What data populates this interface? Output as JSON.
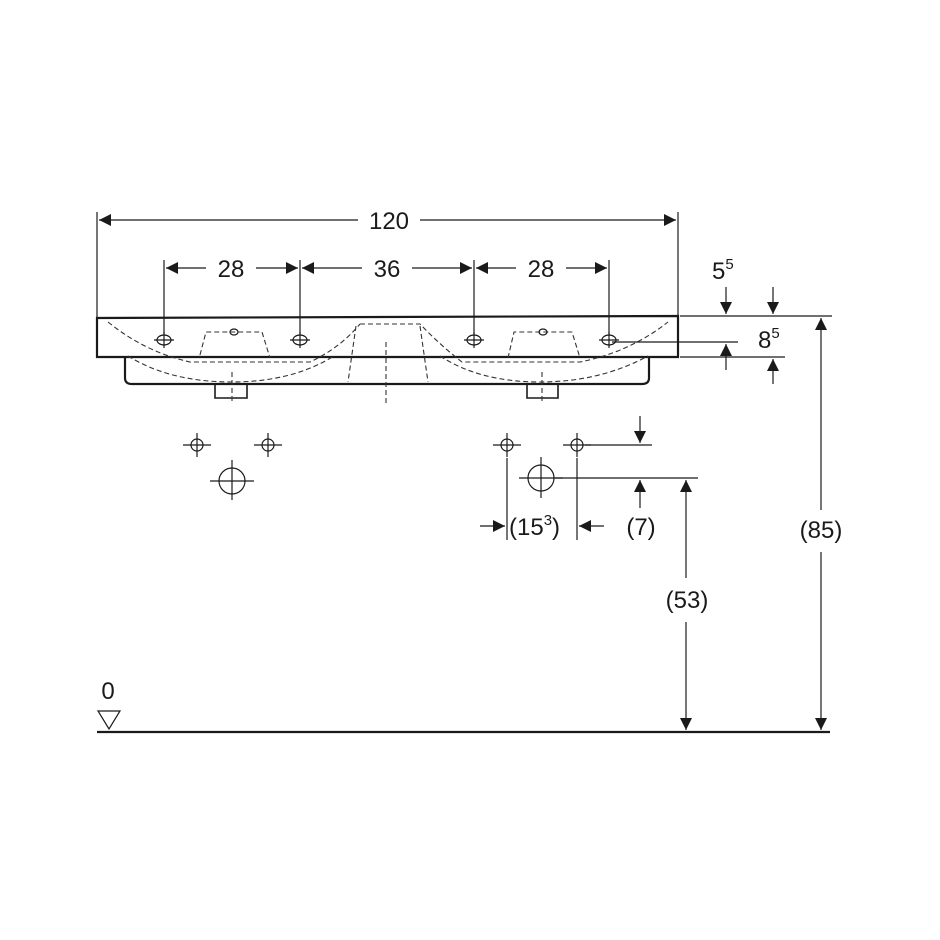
{
  "dimensions": {
    "total_width": "120",
    "left_hole_spacing": "28",
    "center_spacing": "36",
    "right_hole_spacing": "28",
    "rim_top_main": "5",
    "rim_top_sup": "5",
    "rim_height_main": "8",
    "rim_height_sup": "5",
    "drain_spacing_main": "(15",
    "drain_spacing_sup": "3",
    "drain_spacing_close": ")",
    "drain_offset": "(7)",
    "drain_height": "(53)",
    "total_height": "(85)",
    "floor_level": "0"
  },
  "colors": {
    "line": "#1a1a1a",
    "background": "#ffffff"
  }
}
